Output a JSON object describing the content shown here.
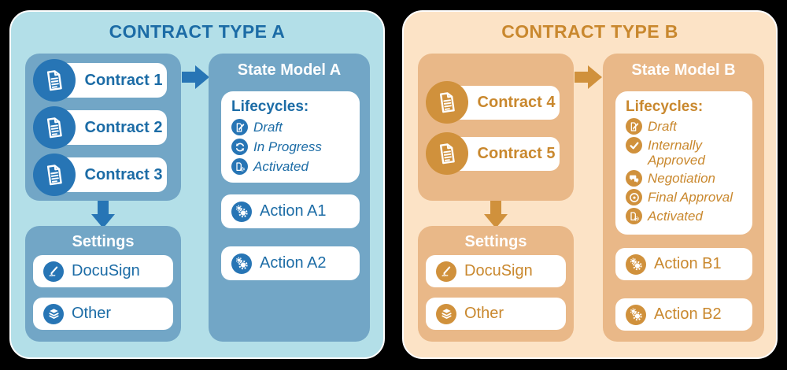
{
  "canvas": {
    "background": "#000000"
  },
  "panel_a": {
    "title": "CONTRACT TYPE A",
    "colors": {
      "panel_bg": "#b3dfe8",
      "box_bg": "#72a6c6",
      "accent": "#2775b5",
      "text": "#1c6ca6"
    },
    "contracts": [
      {
        "label": "Contract 1",
        "icon": "document-icon"
      },
      {
        "label": "Contract 2",
        "icon": "document-icon"
      },
      {
        "label": "Contract 3",
        "icon": "document-icon"
      }
    ],
    "state_model": {
      "title": "State Model A",
      "lifecycles_heading": "Lifecycles:",
      "lifecycles": [
        {
          "label": "Draft",
          "icon": "draft-document-icon"
        },
        {
          "label": "In Progress",
          "icon": "in-progress-sync-icon"
        },
        {
          "label": "Activated",
          "icon": "activated-document-icon"
        }
      ],
      "actions": [
        {
          "label": "Action A1",
          "icon": "gears-icon"
        },
        {
          "label": "Action A2",
          "icon": "gears-icon"
        }
      ]
    },
    "settings": {
      "title": "Settings",
      "items": [
        {
          "label": "DocuSign",
          "icon": "pen-signature-icon"
        },
        {
          "label": "Other",
          "icon": "layers-icon"
        }
      ]
    }
  },
  "panel_b": {
    "title": "CONTRACT TYPE B",
    "colors": {
      "panel_bg": "#fce3c6",
      "box_bg": "#e9b888",
      "accent": "#d0913c",
      "text": "#c9882e"
    },
    "contracts": [
      {
        "label": "Contract 4",
        "icon": "document-icon"
      },
      {
        "label": "Contract 5",
        "icon": "document-icon"
      }
    ],
    "state_model": {
      "title": "State Model B",
      "lifecycles_heading": "Lifecycles:",
      "lifecycles": [
        {
          "label": "Draft",
          "icon": "draft-document-icon"
        },
        {
          "label": "Internally Approved",
          "icon": "check-icon"
        },
        {
          "label": "Negotiation",
          "icon": "chat-bubbles-icon"
        },
        {
          "label": "Final Approval",
          "icon": "final-approval-target-icon"
        },
        {
          "label": "Activated",
          "icon": "activated-document-icon"
        }
      ],
      "actions": [
        {
          "label": "Action B1",
          "icon": "gears-icon"
        },
        {
          "label": "Action B2",
          "icon": "gears-icon"
        }
      ]
    },
    "settings": {
      "title": "Settings",
      "items": [
        {
          "label": "DocuSign",
          "icon": "pen-signature-icon"
        },
        {
          "label": "Other",
          "icon": "layers-icon"
        }
      ]
    }
  }
}
